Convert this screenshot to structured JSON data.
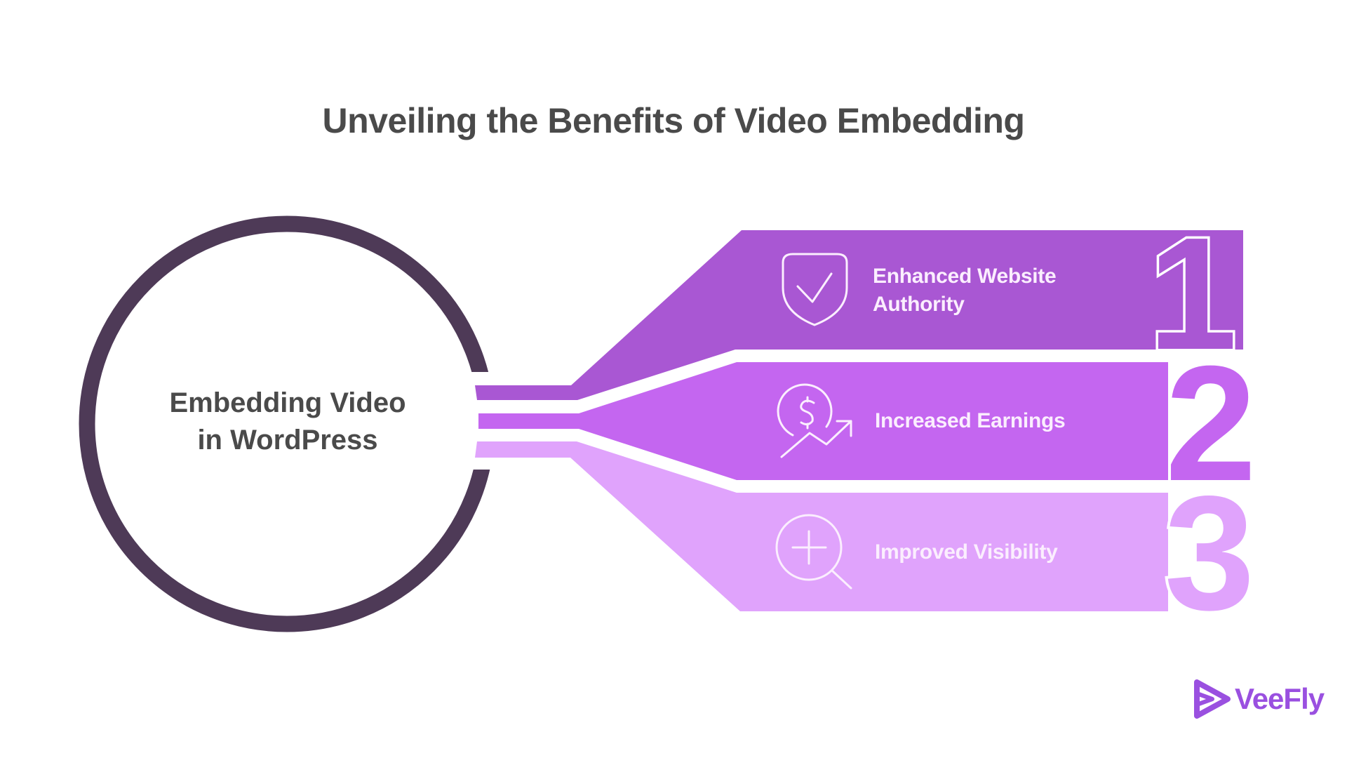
{
  "title": "Unveiling the Benefits of Video Embedding",
  "center": {
    "line1": "Embedding Video",
    "line2": "in WordPress",
    "stroke_color": "#4e3a57"
  },
  "items": [
    {
      "number": "1",
      "line1": "Enhanced Website",
      "line2": "Authority",
      "icon": "shield-check-icon",
      "color": "#a957d3"
    },
    {
      "number": "2",
      "line1": "Increased Earnings",
      "line2": "",
      "icon": "dollar-growth-icon",
      "color": "#c466f0"
    },
    {
      "number": "3",
      "line1": "Improved Visibility",
      "line2": "",
      "icon": "magnifier-plus-icon",
      "color": "#e0a3fc"
    }
  ],
  "logo": {
    "text": "VeeFly",
    "color": "#9a50e0"
  }
}
